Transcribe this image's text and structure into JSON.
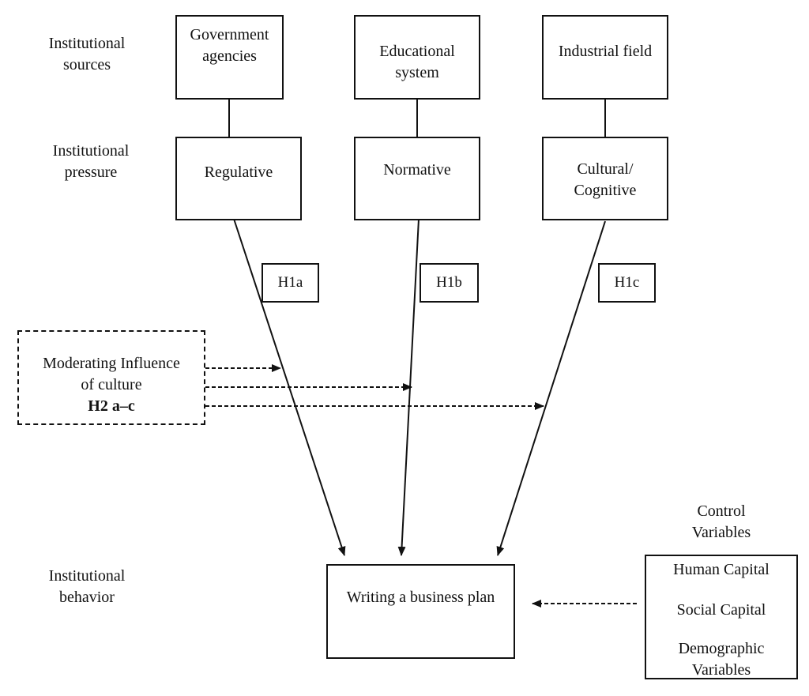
{
  "rows": {
    "sources": "Institutional sources",
    "pressure": "Institutional pressure",
    "behavior": "Institutional behavior"
  },
  "sources": [
    "Government agencies",
    "Educational system",
    "Industrial field"
  ],
  "pressures": [
    "Regulative",
    "Normative",
    "Cultural/ Cognitive"
  ],
  "hypotheses": [
    "H1a",
    "H1b",
    "H1c"
  ],
  "moderator": {
    "line1": "Moderating Influence",
    "line2": "of culture",
    "line3": "H2 a–c"
  },
  "outcome": "Writing a business plan",
  "controls": {
    "title": "Control Variables",
    "items": [
      "Human Capital",
      "Social Capital",
      "Demographic Variables"
    ]
  }
}
